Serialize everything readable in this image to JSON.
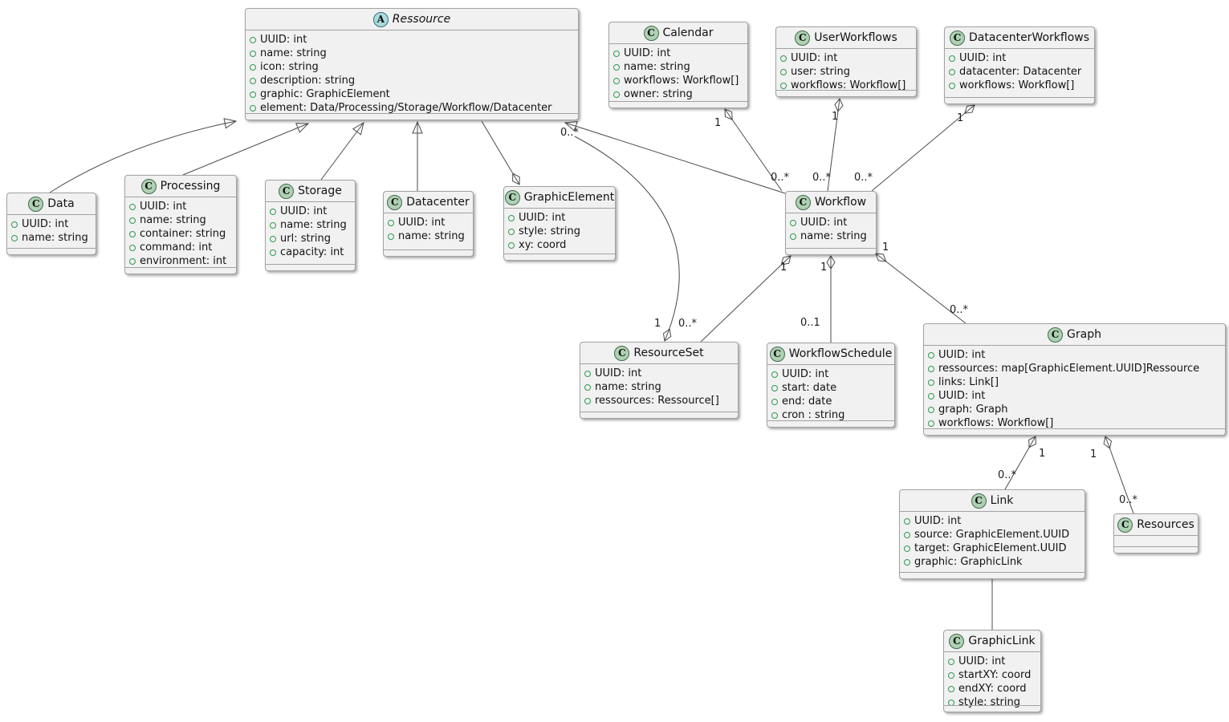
{
  "diagram": {
    "kind": "uml-class-diagram",
    "colors": {
      "box_fill": "#F1F1F1",
      "box_border": "#A2A2A2",
      "class_circle_fill": "#ADD1B2",
      "abstract_circle_fill": "#A9DCDF",
      "field_icon_color": "#2E9B4E",
      "edge_color": "#4A4A4A",
      "background": "#FFFFFF"
    }
  },
  "classes": [
    {
      "id": "ressource",
      "stereotype": "A",
      "name": "Ressource",
      "attributes": [
        "UUID: int",
        "name: string",
        "icon: string",
        "description: string",
        "graphic: GraphicElement",
        "element: Data/Processing/Storage/Workflow/Datacenter"
      ]
    },
    {
      "id": "calendar",
      "stereotype": "C",
      "name": "Calendar",
      "attributes": [
        "UUID: int",
        "name: string",
        "workflows: Workflow[]",
        "owner: string"
      ]
    },
    {
      "id": "user-workflows",
      "stereotype": "C",
      "name": "UserWorkflows",
      "attributes": [
        "UUID: int",
        "user: string",
        "workflows: Workflow[]"
      ]
    },
    {
      "id": "datacenter-workflows",
      "stereotype": "C",
      "name": "DatacenterWorkflows",
      "attributes": [
        "UUID: int",
        "datacenter: Datacenter",
        "workflows: Workflow[]"
      ]
    },
    {
      "id": "data",
      "stereotype": "C",
      "name": "Data",
      "attributes": [
        "UUID: int",
        "name: string"
      ]
    },
    {
      "id": "processing",
      "stereotype": "C",
      "name": "Processing",
      "attributes": [
        "UUID: int",
        "name: string",
        "container: string",
        "command: int",
        "environment: int"
      ]
    },
    {
      "id": "storage",
      "stereotype": "C",
      "name": "Storage",
      "attributes": [
        "UUID: int",
        "name: string",
        "url: string",
        "capacity: int"
      ]
    },
    {
      "id": "datacenter",
      "stereotype": "C",
      "name": "Datacenter",
      "attributes": [
        "UUID: int",
        "name: string"
      ]
    },
    {
      "id": "graphic-element",
      "stereotype": "C",
      "name": "GraphicElement",
      "attributes": [
        "UUID: int",
        "style: string",
        "xy: coord"
      ]
    },
    {
      "id": "workflow",
      "stereotype": "C",
      "name": "Workflow",
      "attributes": [
        "UUID: int",
        "name: string"
      ]
    },
    {
      "id": "resource-set",
      "stereotype": "C",
      "name": "ResourceSet",
      "attributes": [
        "UUID: int",
        "name: string",
        "ressources: Ressource[]"
      ]
    },
    {
      "id": "workflow-schedule",
      "stereotype": "C",
      "name": "WorkflowSchedule",
      "attributes": [
        "UUID: int",
        "start: date",
        "end: date",
        "cron : string"
      ]
    },
    {
      "id": "graph",
      "stereotype": "C",
      "name": "Graph",
      "attributes": [
        "UUID: int",
        "ressources: map[GraphicElement.UUID]Ressource",
        "links: Link[]",
        "UUID: int",
        "graph: Graph",
        "workflows: Workflow[]"
      ]
    },
    {
      "id": "link",
      "stereotype": "C",
      "name": "Link",
      "attributes": [
        "UUID: int",
        "source: GraphicElement.UUID",
        "target: GraphicElement.UUID",
        "graphic: GraphicLink"
      ]
    },
    {
      "id": "resources",
      "stereotype": "C",
      "name": "Resources",
      "attributes": []
    },
    {
      "id": "graphic-link",
      "stereotype": "C",
      "name": "GraphicLink",
      "attributes": [
        "UUID: int",
        "startXY: coord",
        "endXY: coord",
        "style: string"
      ]
    }
  ],
  "relationships": [
    {
      "type": "inheritance",
      "from": "Data",
      "to": "Ressource"
    },
    {
      "type": "inheritance",
      "from": "Processing",
      "to": "Ressource"
    },
    {
      "type": "inheritance",
      "from": "Storage",
      "to": "Ressource"
    },
    {
      "type": "inheritance",
      "from": "Datacenter",
      "to": "Ressource"
    },
    {
      "type": "inheritance",
      "from": "Workflow",
      "to": "Ressource"
    },
    {
      "type": "aggregation",
      "from": "Ressource",
      "to": "GraphicElement",
      "diamond_at": "GraphicElement"
    },
    {
      "type": "aggregation",
      "from": "Calendar",
      "to": "Workflow",
      "from_mult": "1",
      "to_mult": "0..*"
    },
    {
      "type": "aggregation",
      "from": "UserWorkflows",
      "to": "Workflow",
      "from_mult": "1",
      "to_mult": "0..*"
    },
    {
      "type": "aggregation",
      "from": "DatacenterWorkflows",
      "to": "Workflow",
      "from_mult": "1",
      "to_mult": "0..*"
    },
    {
      "type": "aggregation",
      "from": "ResourceSet",
      "to": "Ressource",
      "from_mult": "1",
      "to_mult": "0..*"
    },
    {
      "type": "aggregation",
      "from": "Workflow",
      "to": "ResourceSet",
      "from_mult": "1",
      "to_mult": "0..*"
    },
    {
      "type": "aggregation",
      "from": "Workflow",
      "to": "WorkflowSchedule",
      "from_mult": "1",
      "to_mult": "0..1"
    },
    {
      "type": "aggregation",
      "from": "Workflow",
      "to": "Graph",
      "from_mult": "1",
      "to_mult": "0..*"
    },
    {
      "type": "aggregation",
      "from": "Graph",
      "to": "Link",
      "from_mult": "1",
      "to_mult": "0..*"
    },
    {
      "type": "aggregation",
      "from": "Graph",
      "to": "Resources",
      "from_mult": "1",
      "to_mult": "0..*"
    },
    {
      "type": "association",
      "from": "Link",
      "to": "GraphicLink"
    }
  ]
}
